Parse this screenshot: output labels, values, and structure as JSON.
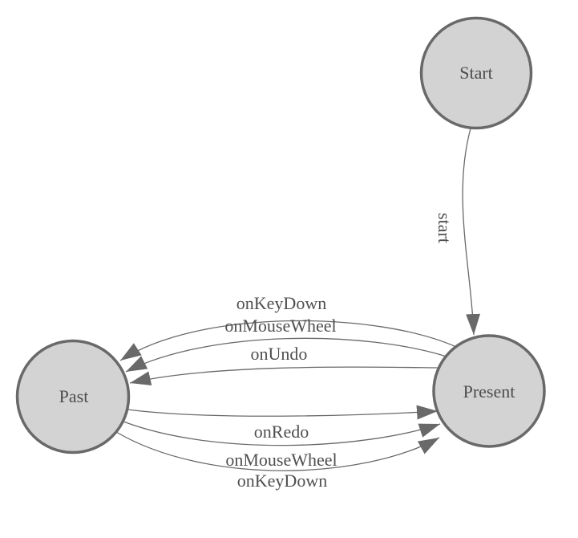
{
  "diagram": {
    "kind": "state-machine",
    "colors": {
      "background": "#ffffff",
      "node_fill": "#d3d3d3",
      "node_stroke": "#696969",
      "edge_stroke": "#696969",
      "label_text": "#4f4f4f"
    },
    "nodes": {
      "start": {
        "label": "Start"
      },
      "past": {
        "label": "Past"
      },
      "present": {
        "label": "Present"
      }
    },
    "edges": {
      "start_to_present": {
        "from": "Start",
        "to": "Present",
        "label": "start"
      },
      "present_to_past_keydown": {
        "from": "Present",
        "to": "Past",
        "label": "onKeyDown"
      },
      "present_to_past_mousewheel": {
        "from": "Present",
        "to": "Past",
        "label": "onMouseWheel"
      },
      "present_to_past_undo": {
        "from": "Present",
        "to": "Past",
        "label": "onUndo"
      },
      "past_to_present_redo": {
        "from": "Past",
        "to": "Present",
        "label": "onRedo"
      },
      "past_to_present_mousewheel": {
        "from": "Past",
        "to": "Present",
        "label": "onMouseWheel"
      },
      "past_to_present_keydown": {
        "from": "Past",
        "to": "Present",
        "label": "onKeyDown"
      }
    }
  }
}
